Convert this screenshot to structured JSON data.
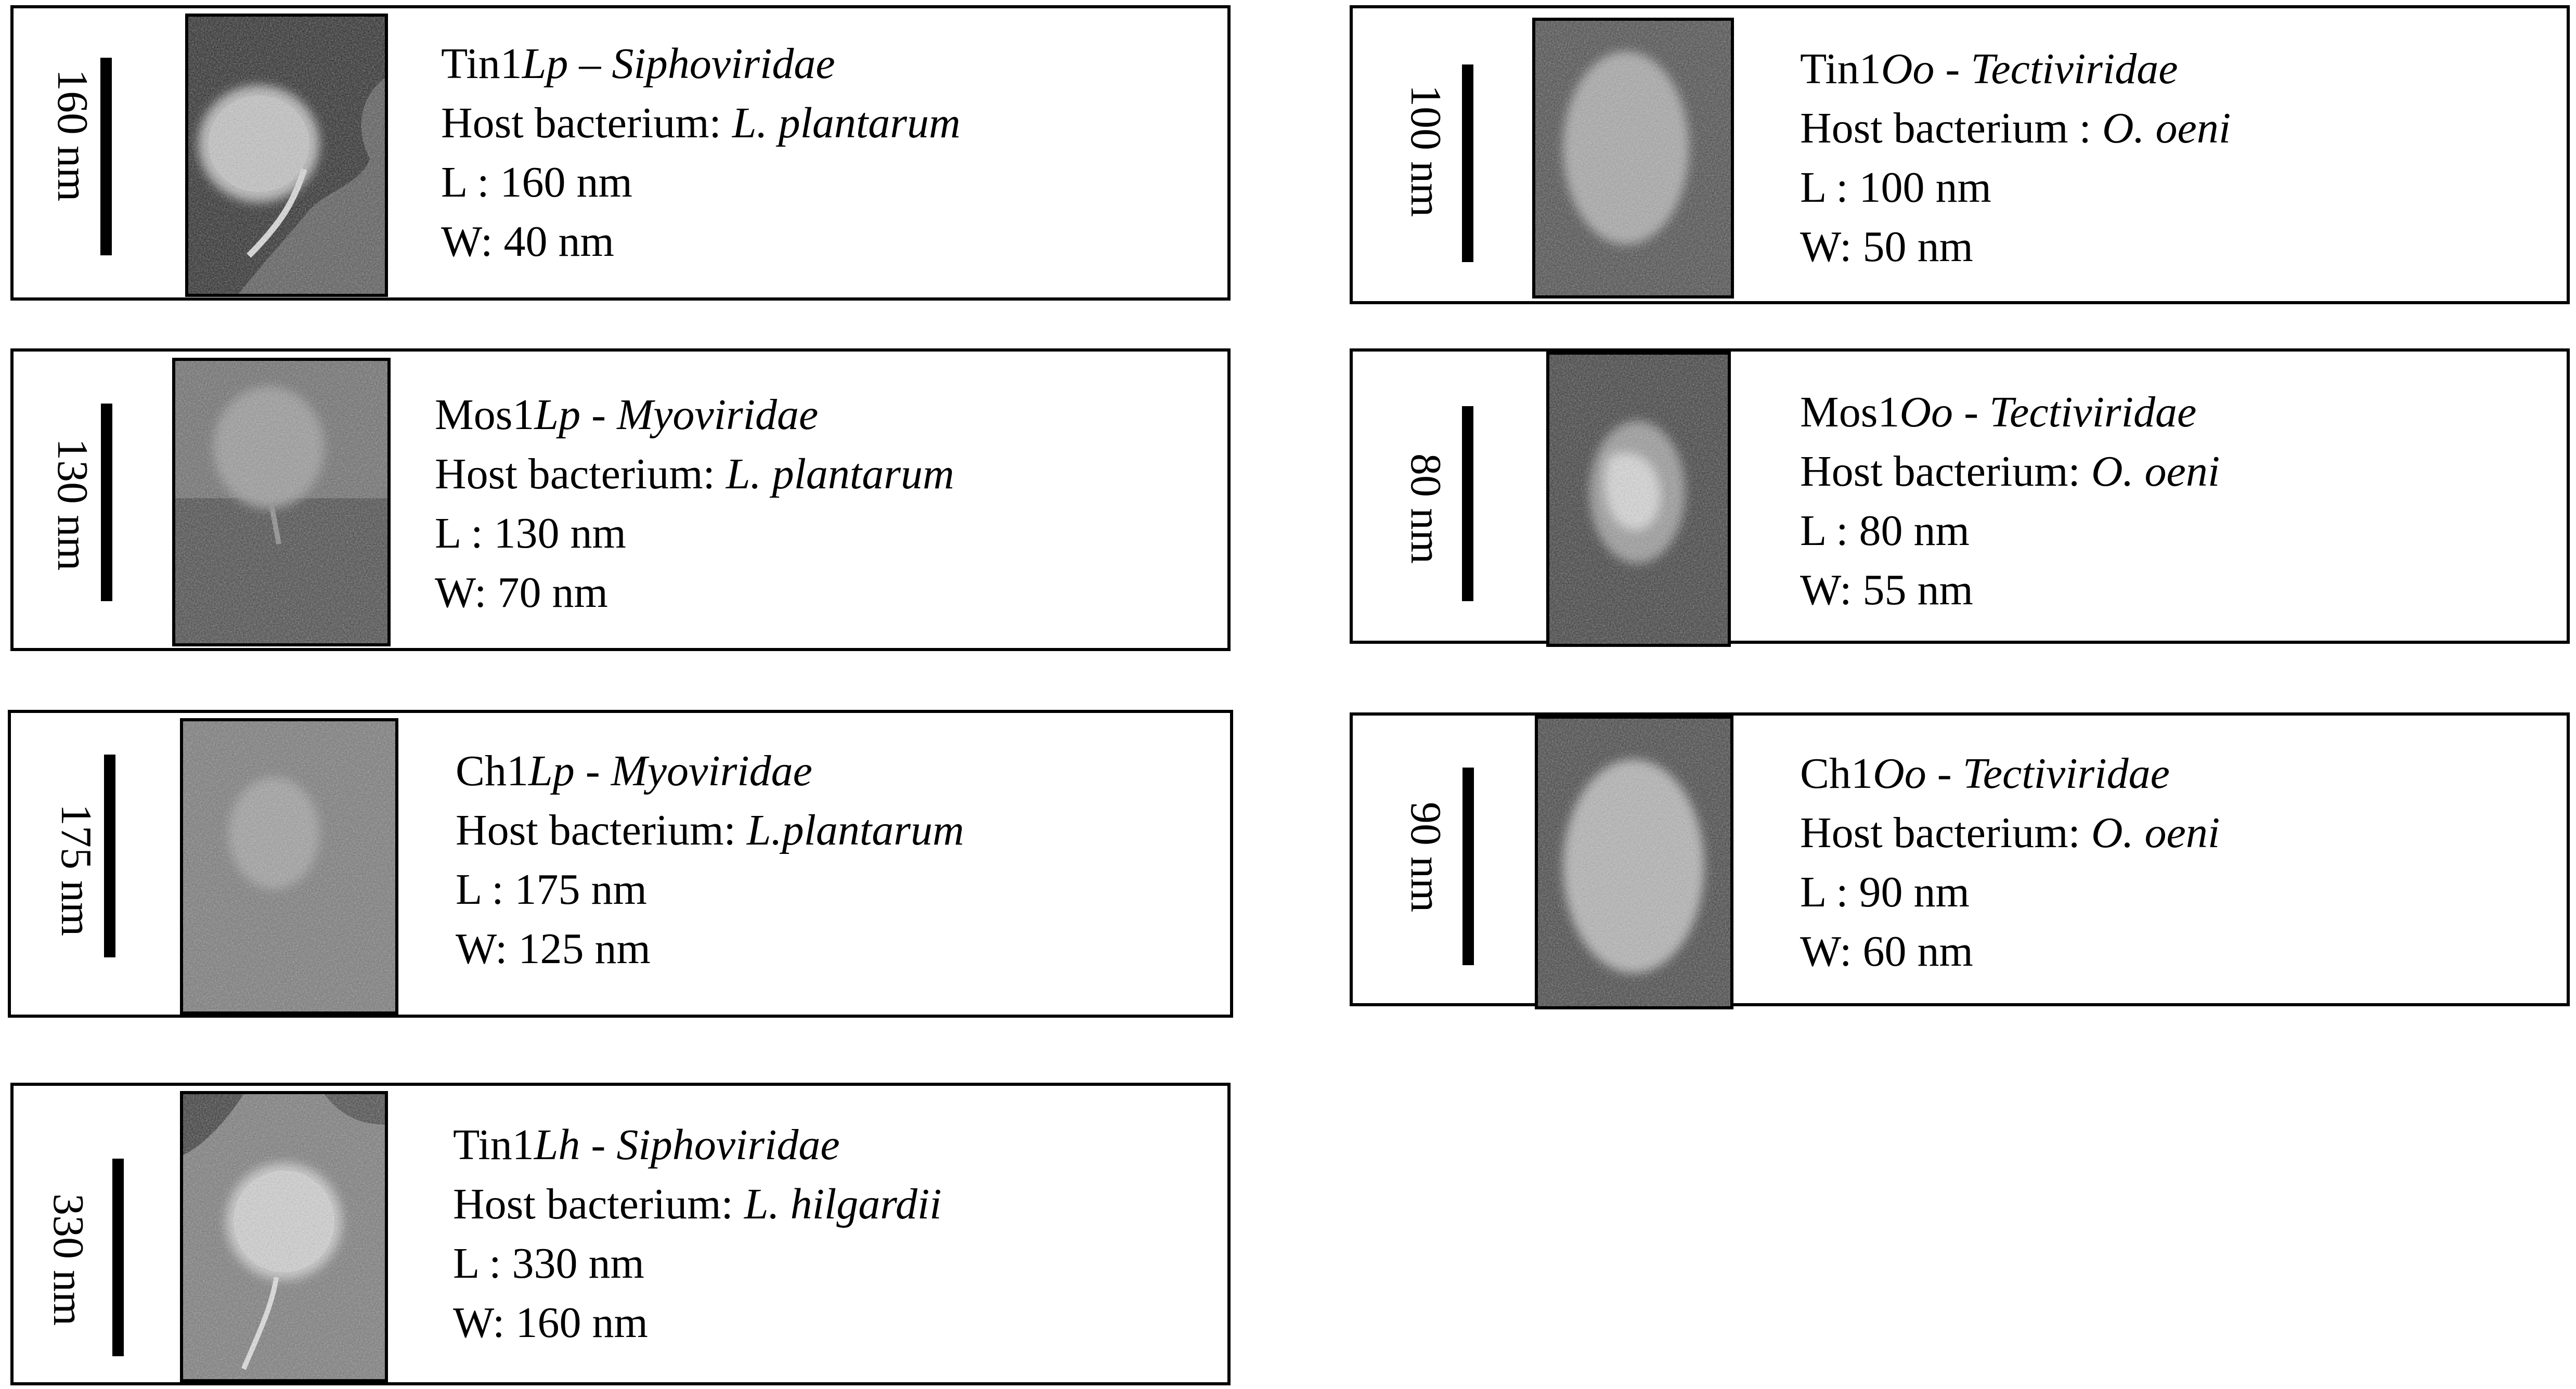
{
  "panels": [
    {
      "scale": "160  nm",
      "title_prefix": "Tin1",
      "title_host_abbr": "Lp",
      "title_sep": " – ",
      "title_family": "Siphoviridae",
      "host_label": "Host bacterium: ",
      "host_name": "L. plantarum",
      "length": "L : 160 nm",
      "width": "W: 40 nm",
      "image": "phage-tem-siphoviridae"
    },
    {
      "scale": "130 nm",
      "title_prefix": "Mos1",
      "title_host_abbr": "Lp",
      "title_sep": " - ",
      "title_family": "Myoviridae",
      "host_label": "Host bacterium: ",
      "host_name": "L. plantarum",
      "length": "L : 130 nm",
      "width": "W: 70 nm",
      "image": "phage-tem-myoviridae"
    },
    {
      "scale": "175  nm",
      "title_prefix": "Ch1",
      "title_host_abbr": "Lp",
      "title_sep": " - ",
      "title_family": "Myoviridae",
      "host_label": "Host bacterium: ",
      "host_name": "L.plantarum",
      "length": "L : 175 nm",
      "width": "W:  125 nm",
      "image": "phage-tem-myoviridae"
    },
    {
      "scale": "330 nm",
      "title_prefix": "Tin1",
      "title_host_abbr": "Lh",
      "title_sep": " - ",
      "title_family": "Siphoviridae",
      "host_label": "Host bacterium: ",
      "host_name": "L. hilgardii",
      "length": "L : 330 nm",
      "width": "W:  160 nm",
      "image": "phage-tem-siphoviridae"
    },
    {
      "scale": "100 nm",
      "title_prefix": "Tin1",
      "title_host_abbr": "Oo",
      "title_sep": " - ",
      "title_family": "Tectiviridae",
      "host_label": "Host bacterium : ",
      "host_name": "O. oeni",
      "length": "L : 100 nm",
      "width": "W: 50 nm",
      "image": "phage-tem-tectiviridae"
    },
    {
      "scale": "80  nm",
      "title_prefix": "Mos1",
      "title_host_abbr": "Oo",
      "title_sep": " - ",
      "title_family": "Tectiviridae",
      "host_label": "Host bacterium: ",
      "host_name": "O. oeni",
      "length": "L : 80 nm",
      "width": "W: 55 nm",
      "image": "phage-tem-tectiviridae"
    },
    {
      "scale": "90  nm",
      "title_prefix": "Ch1",
      "title_host_abbr": "Oo",
      "title_sep": " - ",
      "title_family": "Tectiviridae",
      "host_label": "Host bacterium: ",
      "host_name": "O. oeni",
      "length": "L : 90 nm",
      "width": "W: 60 nm",
      "image": "phage-tem-tectiviridae"
    }
  ]
}
